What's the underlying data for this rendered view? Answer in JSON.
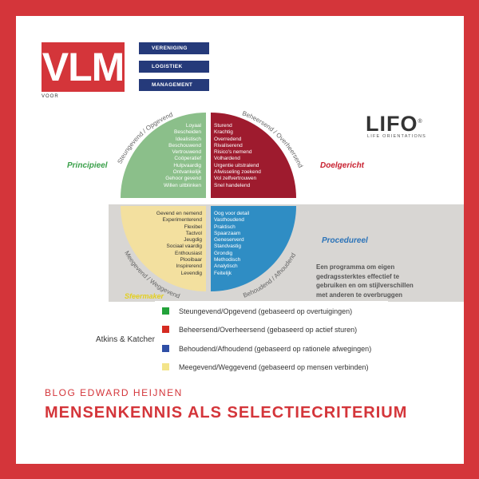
{
  "logo": {
    "vlm": "VLM",
    "voor": "VOOR",
    "tags": [
      "VERENIGING",
      "LOGISTIEK",
      "MANAGEMENT"
    ]
  },
  "lifo": {
    "name": "LIFO",
    "registered": "®",
    "subtitle": "LIFE ORIENTATIONS"
  },
  "diagram": {
    "quadrants": {
      "green": {
        "arc_label": "Steungevend / Opgevend",
        "side_label": "Principieel",
        "color": "#8bbf8a",
        "items": [
          "Loyaal",
          "Bescheiden",
          "Idealistisch",
          "Beschouwend",
          "Vertrouwend",
          "Coöperatief",
          "Hulpvaardig",
          "Ontvankelijk",
          "Gehoor gevend",
          "Willen uitblinken"
        ]
      },
      "red": {
        "arc_label": "Beheersend / Overheersend",
        "side_label": "Doelgericht",
        "color": "#9e1b2e",
        "items": [
          "Sturend",
          "Krachtig",
          "Overredend",
          "Rivaliserend",
          "Risico's nemend",
          "Volhardend",
          "Urgentie uitstralend",
          "Afwisseling zoekend",
          "Vol zelfvertrouwen",
          "Snel handelend"
        ]
      },
      "yellow": {
        "arc_label": "Meegevend / Weggevend",
        "side_label": "Sfeermaker",
        "color": "#f3e09f",
        "items": [
          "Gevend en nemend",
          "Experimenterend",
          "Flexibel",
          "Tactvol",
          "Jeugdig",
          "Sociaal vaardig",
          "Enthousiast",
          "Plooibaar",
          "Inspirerend",
          "Levendig"
        ]
      },
      "blue": {
        "arc_label": "Behoudend / Afhoudend",
        "side_label": "Procedureel",
        "color": "#2f8dc4",
        "items": [
          "Oog voor detail",
          "Vasthoudend",
          "Praktisch",
          "Spaarzaam",
          "Geneserverd",
          "Standvastig",
          "Grondig",
          "Methodisch",
          "Analytisch",
          "Feitelijk"
        ]
      }
    },
    "description_lines": [
      "Een programma om eigen",
      "gedragssterktes effectief te",
      "gebruiken en om stijlverschillen",
      "met anderen te overbruggen"
    ]
  },
  "legend": [
    {
      "color": "#23a23a",
      "text": "Steungevend/Opgevend (gebaseerd op overtuigingen)"
    },
    {
      "color": "#d52b22",
      "text": "Beheersend/Overheersend (gebaseerd op actief sturen)"
    },
    {
      "color": "#2f4fa6",
      "text": "Behoudend/Afhoudend (gebaseerd op rationele afwegingen)"
    },
    {
      "color": "#f3e48a",
      "text": "Meegevend/Weggevend (gebaseerd op mensen verbinden)"
    }
  ],
  "credit": "Atkins & Katcher",
  "blog": {
    "kicker": "BLOG EDWARD HEIJNEN",
    "title": "MENSENKENNIS ALS SELECTIECRITERIUM"
  }
}
